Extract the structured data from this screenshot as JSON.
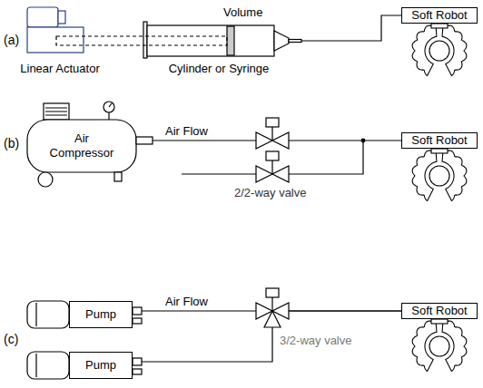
{
  "diagram": {
    "nodes": [
      {
        "text": [
          "Linear Actuator"
        ]
      },
      {
        "text": [
          "Cylinder or Syringe"
        ]
      },
      {
        "text": [
          "Soft Robot"
        ]
      },
      {
        "text": [
          "Air Compressor"
        ]
      },
      {
        "text": [
          "Soft Robot"
        ]
      },
      {
        "text": [
          "Pump"
        ]
      },
      {
        "text": [
          "Pump"
        ]
      },
      {
        "text": [
          "Soft Robot"
        ]
      }
    ],
    "edges": [
      {
        "from": 1,
        "to": 2,
        "arrow": "none"
      },
      {
        "from": 3,
        "to": 4,
        "label": "Air Flow",
        "arrow": "none"
      },
      {
        "from": 5,
        "to": 7,
        "label": "Air Flow",
        "arrow": "none"
      },
      {
        "from": 6,
        "to": 7,
        "arrow": "none"
      }
    ],
    "labels": [
      "(a)",
      "Volume",
      "(b)",
      "2/2-way valve",
      "(c)",
      "3/2-way valve"
    ]
  }
}
